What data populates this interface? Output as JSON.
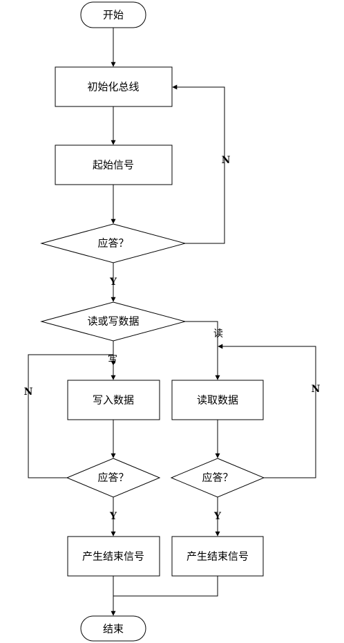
{
  "nodes": {
    "start": "开始",
    "init_bus": "初始化总线",
    "start_signal": "起始信号",
    "ack1": "应答？",
    "read_or_write": "读或写数据",
    "write_data": "写入数据",
    "read_data": "读取数据",
    "ack_write": "应答？",
    "ack_read": "应答？",
    "end_signal_write": "产生结束信号",
    "end_signal_read": "产生结束信号",
    "end": "结束"
  },
  "edges": {
    "ack1_no": "N",
    "ack1_yes": "Y",
    "write_branch": "写",
    "read_branch": "读",
    "ack_write_no": "N",
    "ack_write_yes": "Y",
    "ack_read_no": "N",
    "ack_read_yes": "Y"
  }
}
